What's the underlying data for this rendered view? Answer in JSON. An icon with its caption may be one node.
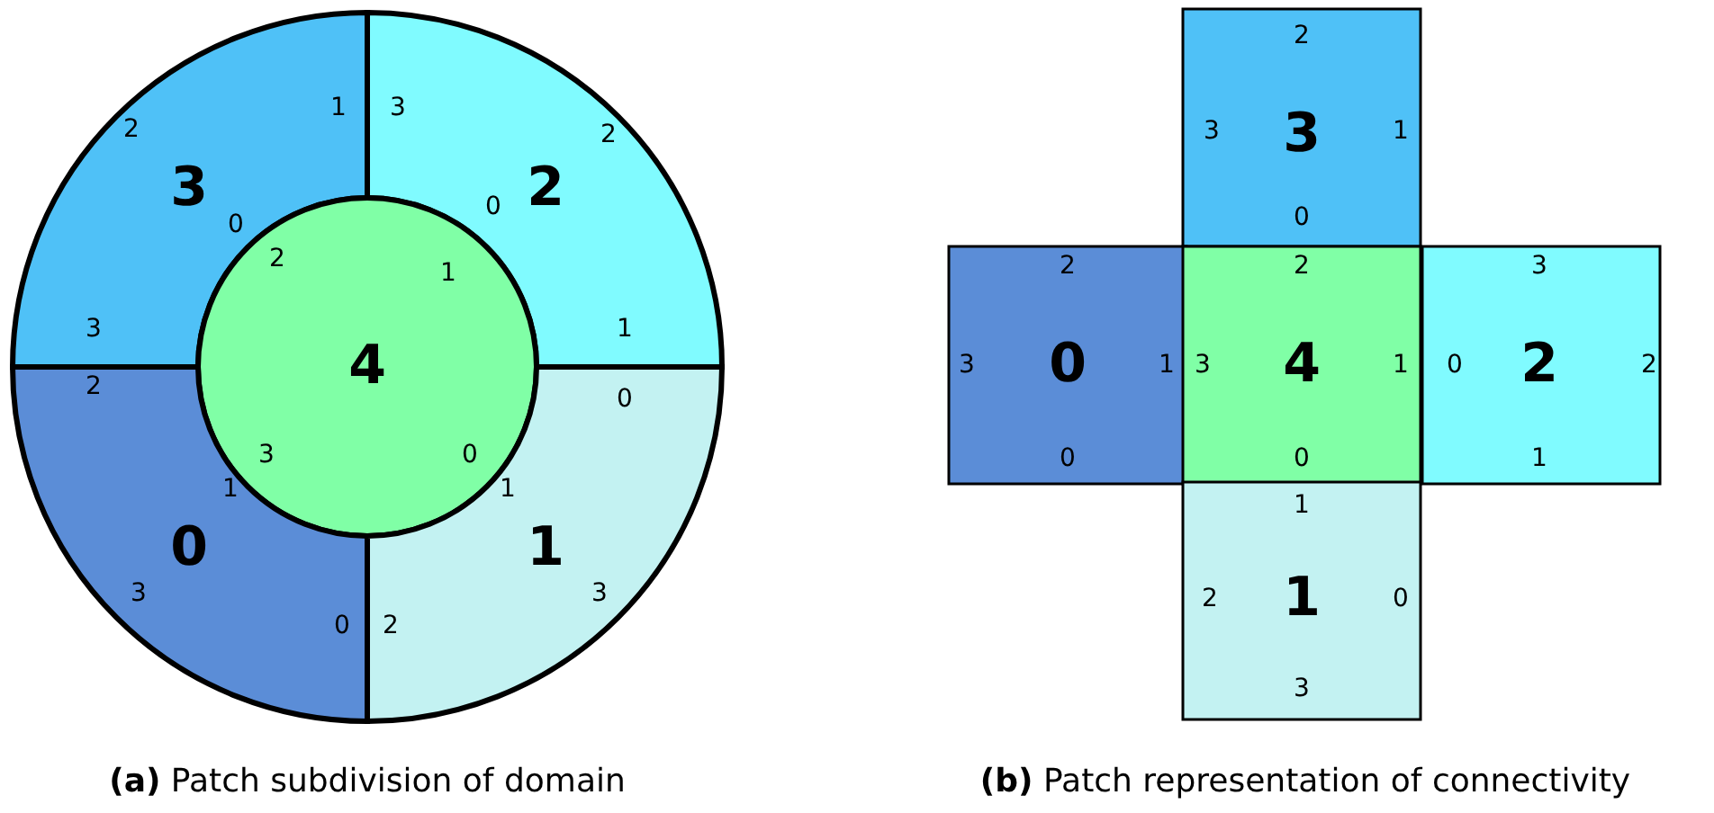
{
  "diagram": {
    "nodes": [
      {
        "text": [
          "3",
          "1",
          "2",
          "0",
          "3"
        ]
      },
      {
        "text": [
          "2",
          "3",
          "2",
          "0",
          "1"
        ]
      },
      {
        "text": [
          "4",
          "2",
          "1",
          "3",
          "0"
        ]
      },
      {
        "text": [
          "0",
          "2",
          "1",
          "3",
          "0"
        ]
      },
      {
        "text": [
          "1",
          "0",
          "1",
          "3",
          "2"
        ]
      },
      {
        "text": [
          "3",
          "2",
          "3",
          "1",
          "0"
        ]
      },
      {
        "text": [
          "0",
          "2",
          "3",
          "1",
          "0"
        ]
      },
      {
        "text": [
          "4",
          "2",
          "3",
          "1",
          "0"
        ]
      },
      {
        "text": [
          "2",
          "3",
          "0",
          "2",
          "1"
        ]
      },
      {
        "text": [
          "1",
          "1",
          "2",
          "0",
          "3"
        ]
      }
    ],
    "labels": [
      "**(a)** Patch subdivision of domain",
      "**(b)** Patch representation of connectivity"
    ]
  }
}
